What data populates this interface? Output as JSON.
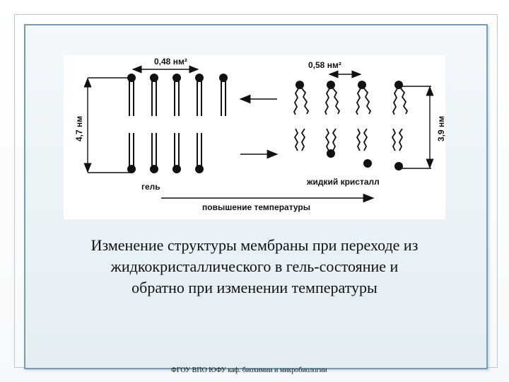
{
  "figure": {
    "gel_area_label": "0,48 нм²",
    "gel_thickness_label": "4,7 нм",
    "gel_label": "гель",
    "liquid_area_label": "0,58 нм²",
    "liquid_thickness_label": "3,9 нм",
    "liquid_label": "жидкий кристалл",
    "temperature_axis_label": "повышение температуры"
  },
  "caption": {
    "line1": "Изменение структуры мембраны при переходе из",
    "line2": "жидкокристаллического в гель-состояние и",
    "line3": "обратно при изменении температуры"
  },
  "footer": {
    "text": "ФГОУ ВПО ЮФУ каф. биохимии и микробиологии"
  }
}
